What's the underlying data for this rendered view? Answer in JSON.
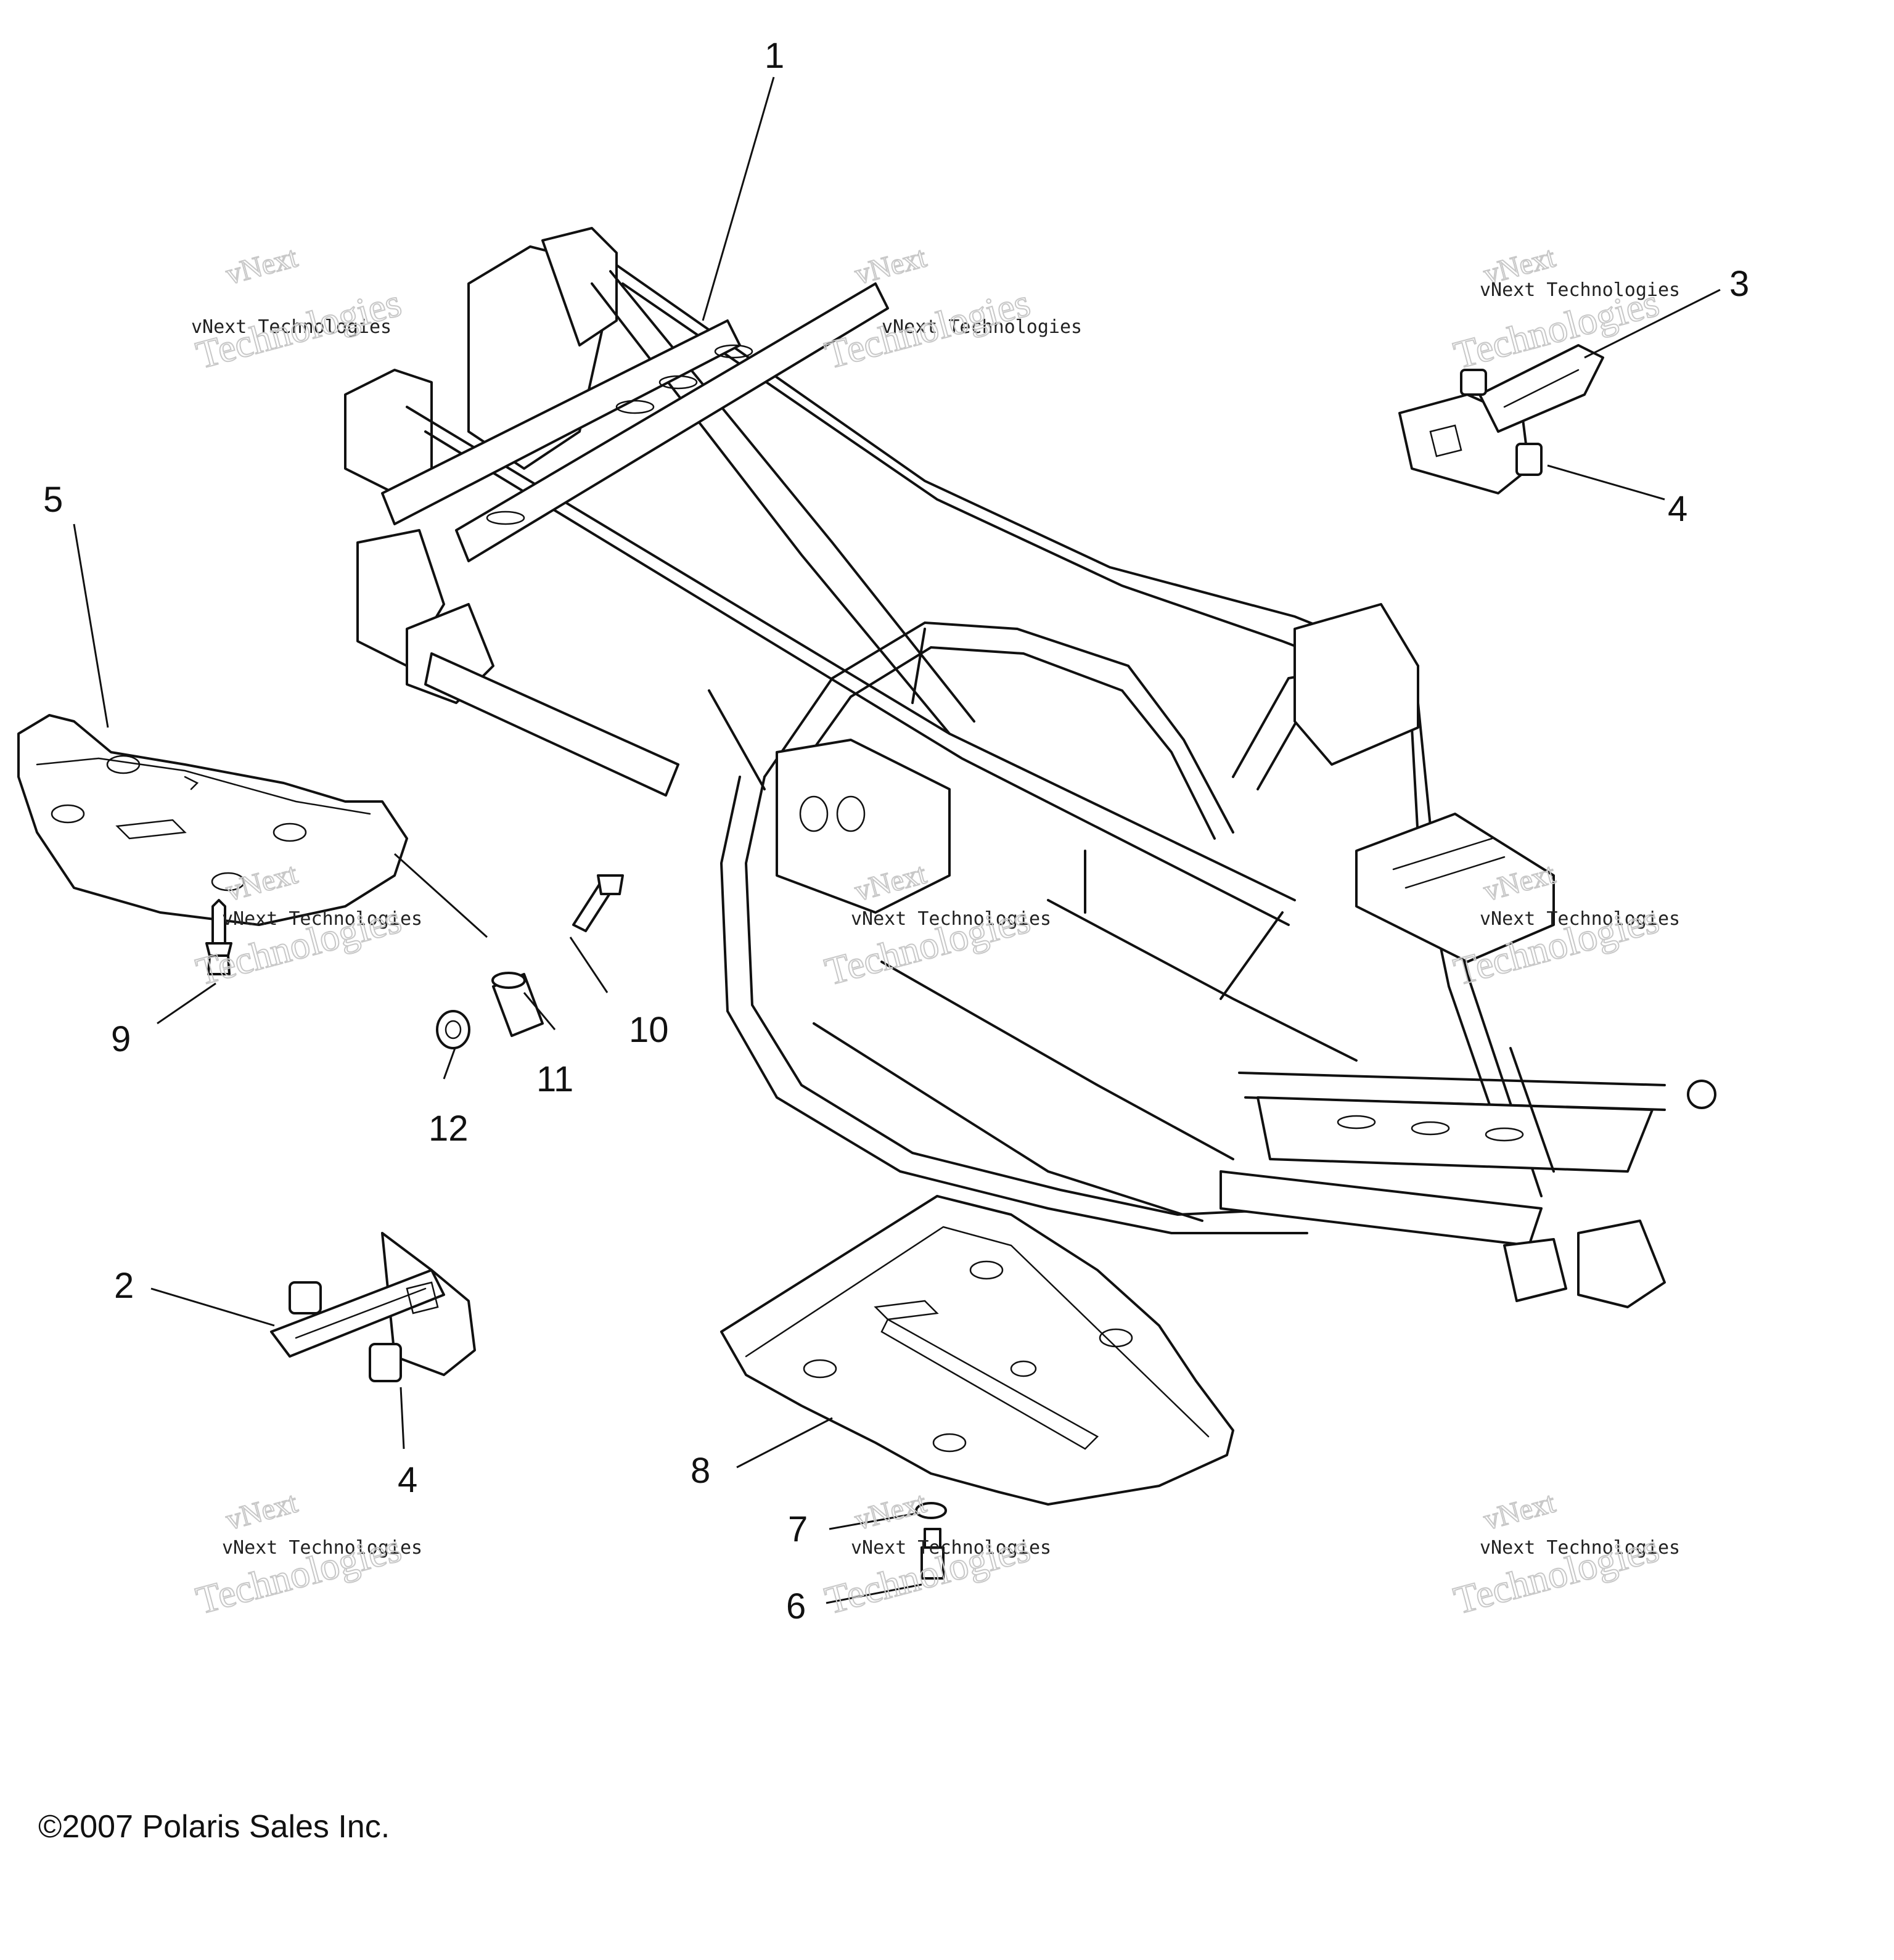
{
  "callouts": [
    {
      "id": "1",
      "label": "1"
    },
    {
      "id": "2",
      "label": "2"
    },
    {
      "id": "3",
      "label": "3"
    },
    {
      "id": "4a",
      "label": "4"
    },
    {
      "id": "4b",
      "label": "4"
    },
    {
      "id": "5",
      "label": "5"
    },
    {
      "id": "6",
      "label": "6"
    },
    {
      "id": "7",
      "label": "7"
    },
    {
      "id": "8",
      "label": "8"
    },
    {
      "id": "9",
      "label": "9"
    },
    {
      "id": "10",
      "label": "10"
    },
    {
      "id": "11",
      "label": "11"
    },
    {
      "id": "12",
      "label": "12"
    }
  ],
  "watermark": {
    "line1": "vNext Technologies",
    "line2": "Technologies",
    "line0": "vNext"
  },
  "copyright": "©2007 Polaris Sales Inc."
}
